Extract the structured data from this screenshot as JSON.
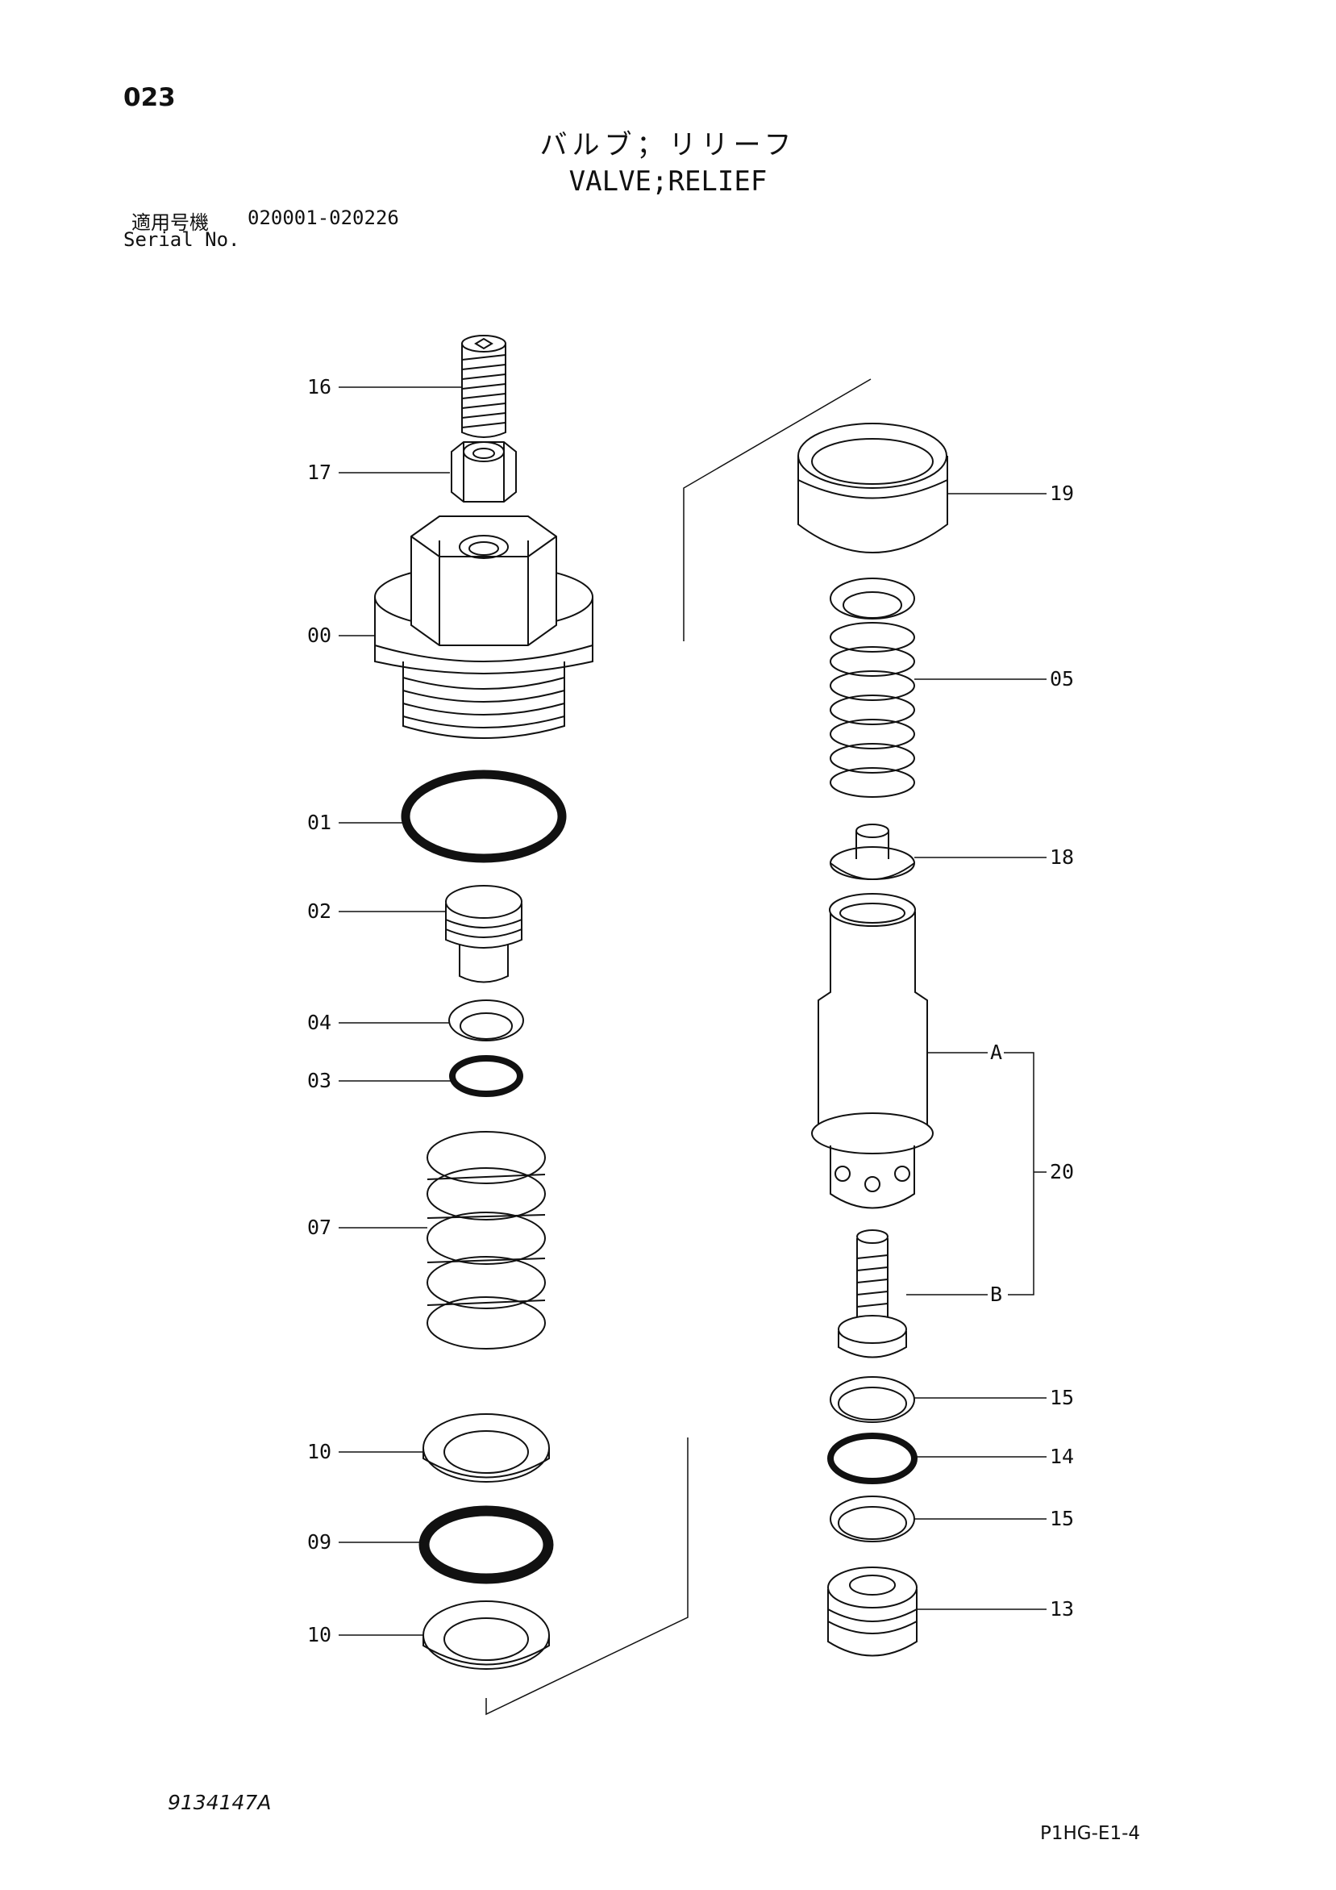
{
  "header": {
    "page_number": "023",
    "title_jp": "バルブ；リリーフ",
    "title_en": "VALVE;RELIEF",
    "serial_label_jp": "適用号機",
    "serial_range": "020001-020226",
    "serial_label_en": "Serial No."
  },
  "callouts": {
    "p16": "16",
    "p17": "17",
    "p00": "00",
    "p01": "01",
    "p02": "02",
    "p04": "04",
    "p03": "03",
    "p07": "07",
    "p10a": "10",
    "p09": "09",
    "p10b": "10",
    "p19": "19",
    "p05": "05",
    "p18": "18",
    "p20": "20",
    "pA": "A",
    "pB": "B",
    "p15a": "15",
    "p14": "14",
    "p15b": "15",
    "p13": "13"
  },
  "footer": {
    "doc_code": "9134147A",
    "page_code": "P1HG-E1-4"
  }
}
